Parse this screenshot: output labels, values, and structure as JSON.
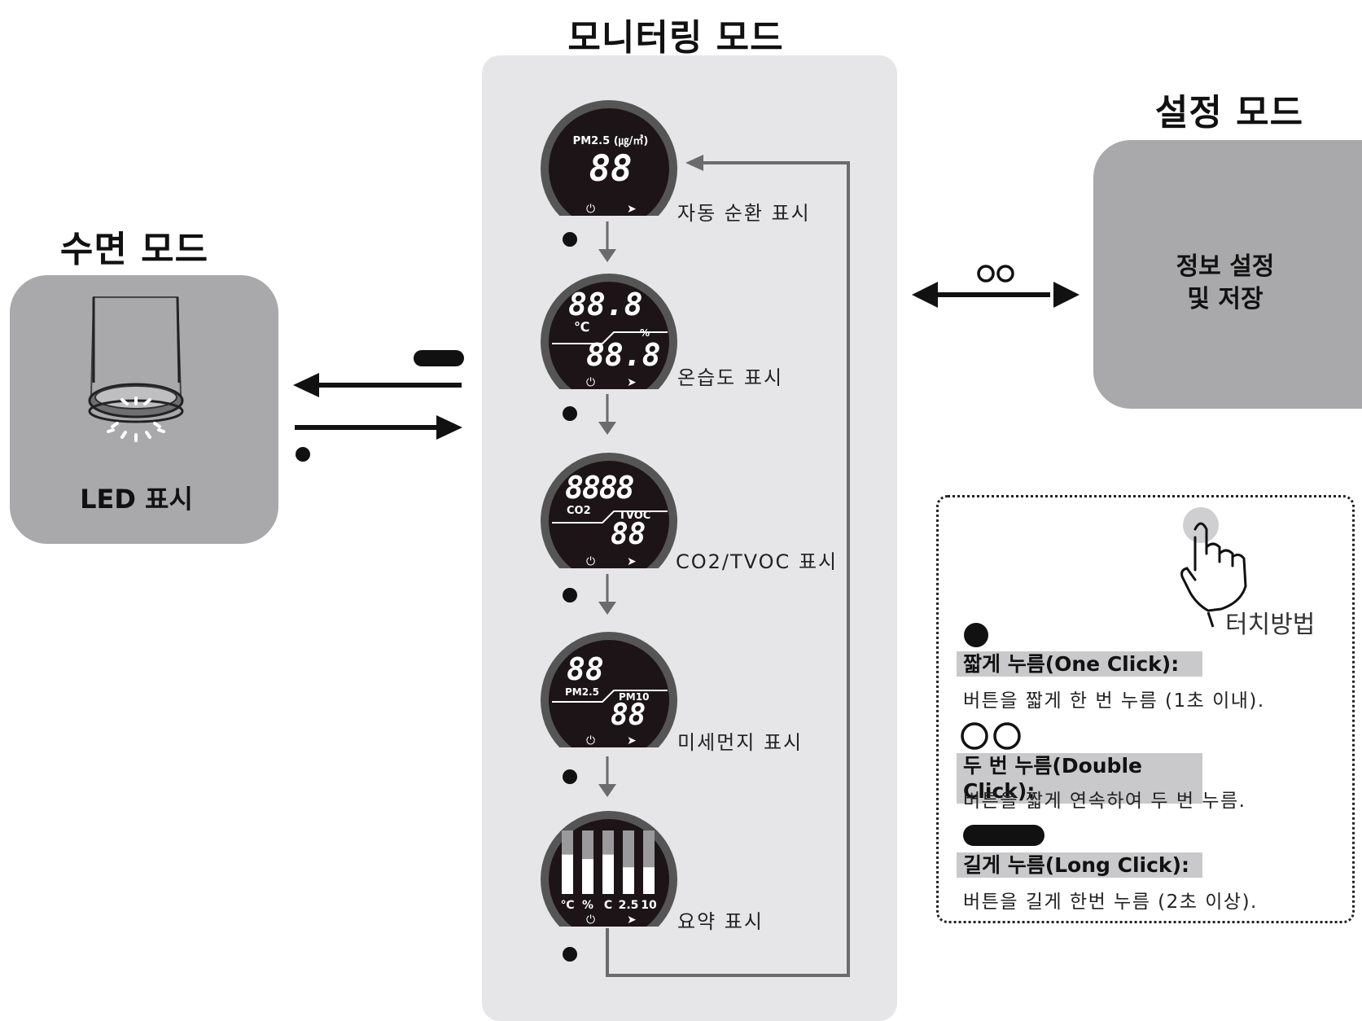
{
  "sleep_mode": {
    "title": "수면 모드",
    "led_label": "LED 표시"
  },
  "monitoring_mode": {
    "title": "모니터링 모드",
    "screens": [
      {
        "caption": "자동 순환 표시",
        "display_unit": "PM2.5 (㎍/㎥)",
        "display_value": "88"
      },
      {
        "caption": "온습도 표시",
        "display_top": "88.8",
        "display_bottom": "88.8",
        "temp_unit": "℃",
        "humidity_unit": "%"
      },
      {
        "caption": "CO2/TVOC 표시",
        "display_top": "8888",
        "label_left": "CO2",
        "label_right": "TVOC",
        "display_bottom": "88"
      },
      {
        "caption": "미세먼지 표시",
        "display_top": "88",
        "label_left": "PM2.5",
        "label_right": "PM10",
        "display_bottom": "88"
      },
      {
        "caption": "요약 표시",
        "bar_labels": [
          "℃",
          "%",
          "C",
          "2.5",
          "10"
        ]
      }
    ]
  },
  "setting_mode": {
    "title": "설정 모드",
    "box_line1": "정보 설정",
    "box_line2": "및 저장"
  },
  "legend": {
    "title": "터치방법",
    "short_head": "짧게 누름(One Click):",
    "short_desc": "버튼을 짧게 한 번 누름 (1초 이내).",
    "double_head": "두 번 누름(Double Click):",
    "double_desc": "버튼을 짧게 연속하여 두 번 누름.",
    "long_head": "길게 누름(Long Click):",
    "long_desc": "버튼을 길게 한번 누름 (2초 이상)."
  },
  "colors": {
    "panel": "#e6e6e8",
    "box": "#a9a9ab",
    "lcd": "#1c1416",
    "bezel": "#555555",
    "flow_arrow": "#6b6b6b",
    "legend_highlight": "#c9c9cb"
  },
  "icons": [
    "short-press-dot-icon",
    "double-press-circles-icon",
    "long-press-bar-icon",
    "touch-hand-icon",
    "power-plug-icon",
    "fan-icon"
  ]
}
